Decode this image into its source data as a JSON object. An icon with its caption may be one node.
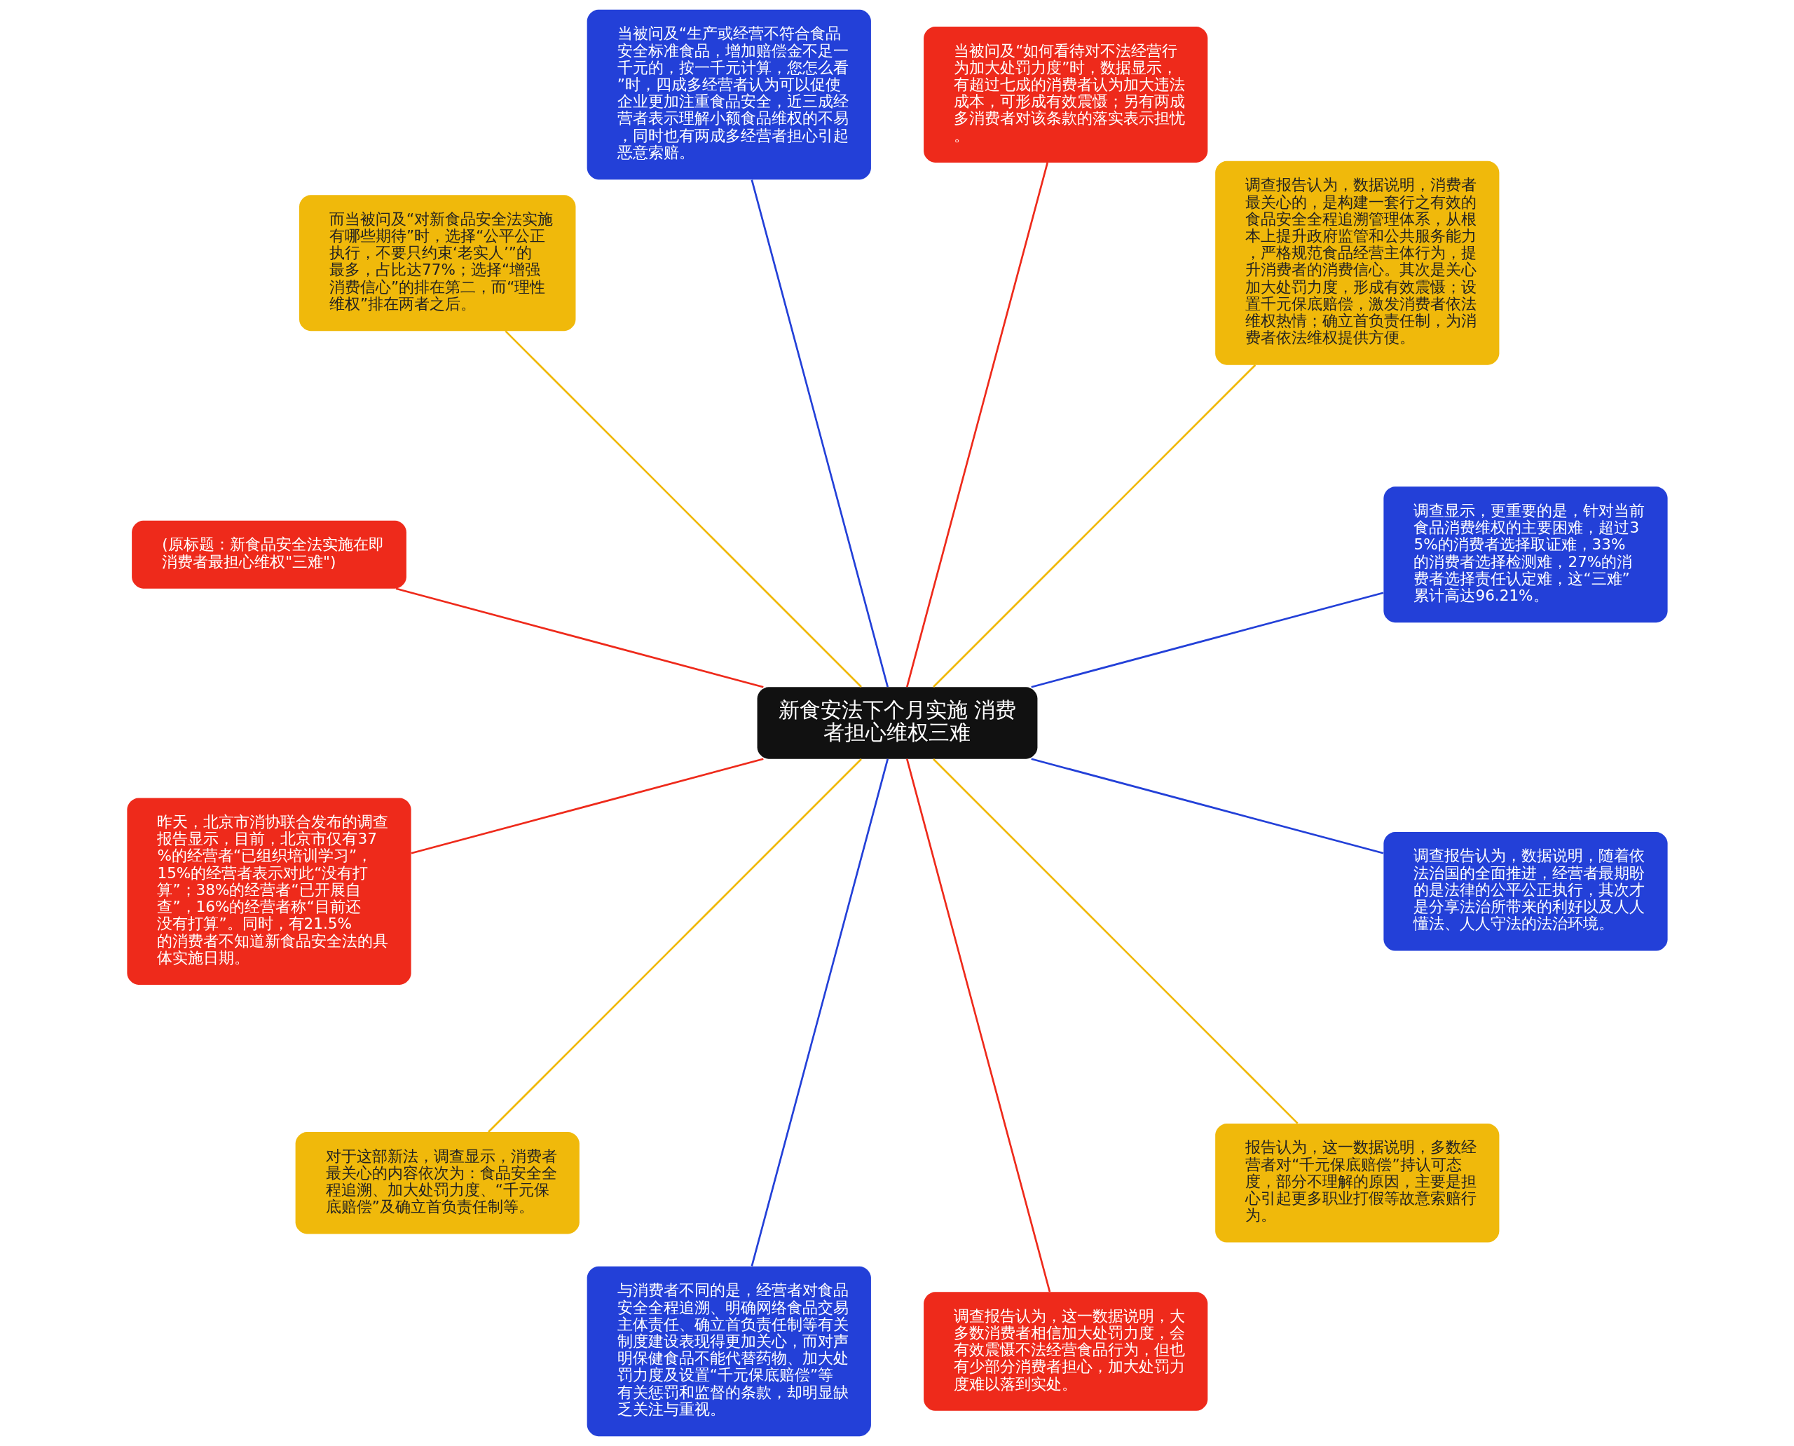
{
  "diagram": {
    "nodes": [
      {
        "text": [
          "新食安法下个月实施 消费者担心维权三难"
        ]
      },
      {
        "text": [
          "调查显示，更重要的是，针对当前食品消费维权的主要困难，超过35%的消费者选择取证难，33%的消费者选择检测难，27%的消费者选择责任认定难，这“三难”累计高达96.21%。"
        ]
      },
      {
        "text": [
          "调查报告认为，数据说明，消费者最关心的，是构建一套行之有效的食品安全全程追溯管理体系，从根本上提升政府监管和公共服务能力，严格规范食品经营主体行为，提升消费者的消费信心。其次是关心加大处罚力度，形成有效震慑；设置千元保底赔偿，激发消费者依法维权热情；确立首负责任制，为消费者依法维权提供方便。"
        ]
      },
      {
        "text": [
          "当被问及“如何看待对不法经营行为加大处罚力度”时，数据显示，有超过七成的消费者认为加大违法成本，可形成有效震慑；另有两成多消费者对该条款的落实表示担忧。"
        ]
      },
      {
        "text": [
          "当被问及“生产或经营不符合食品安全标准食品，增加赔偿金不足一千元的，按一千元计算，您怎么看”时，四成多经营者认为可以促使企业更加注重食品安全，近三成经营者表示理解小额食品维权的不易，同时也有两成多经营者担心引起恶意索赔。"
        ]
      },
      {
        "text": [
          "而当被问及“对新食品安全法实施有哪些期待”时，选择“公平公正执行，不要只约束‘老实人’”的最多，占比达77%；选择“增强消费信心”的排在第二，而“理性维权”排在两者之后。"
        ]
      },
      {
        "text": [
          "(原标题：新食品安全法实施在即消费者最担心维权\"三难\")"
        ]
      },
      {
        "text": [
          "昨天，北京市消协联合发布的调查报告显示，目前，北京市仅有37%的经营者“已组织培训学习”，15%的经营者表示对此“没有打算”；38%的经营者“已开展自查”，16%的经营者称“目前还没有打算”。同时，有21.5%的消费者不知道新食品安全法的具体实施日期。"
        ]
      },
      {
        "text": [
          "对于这部新法，调查显示，消费者最关心的内容依次为：食品安全全程追溯、加大处罚力度、“千元保底赔偿”及确立首负责任制等。"
        ]
      },
      {
        "text": [
          "与消费者不同的是，经营者对食品安全全程追溯、明确网络食品交易主体责任、确立首负责任制等有关制度建设表现得更加关心，而对声明保健食品不能代替药物、加大处罚力度及设置“千元保底赔偿”等有关惩罚和监督的条款，却明显缺乏关注与重视。"
        ]
      },
      {
        "text": [
          "调查报告认为，这一数据说明，大多数消费者相信加大处罚力度，会有效震慑不法经营食品行为，但也有少部分消费者担心，加大处罚力度难以落到实处。"
        ]
      },
      {
        "text": [
          "报告认为，这一数据说明，多数经营者对“千元保底赔偿”持认可态度，部分不理解的原因，主要是担心引起更多职业打假等故意索赔行为。"
        ]
      },
      {
        "text": [
          "调查报告认为，数据说明，随着依法治国的全面推进，经营者最期盼的是法律的公平公正执行，其次才是分享法治所带来的利好以及人人懂法、人人守法的法治环境。"
        ]
      }
    ],
    "edges": [
      {
        "from": 0,
        "to": 1,
        "arrow": "none",
        "color": "#2340d8"
      },
      {
        "from": 0,
        "to": 2,
        "arrow": "none",
        "color": "#f0b90b"
      },
      {
        "from": 0,
        "to": 3,
        "arrow": "none",
        "color": "#ee2a1b"
      },
      {
        "from": 0,
        "to": 4,
        "arrow": "none",
        "color": "#2340d8"
      },
      {
        "from": 0,
        "to": 5,
        "arrow": "none",
        "color": "#f0b90b"
      },
      {
        "from": 0,
        "to": 6,
        "arrow": "none",
        "color": "#ee2a1b"
      },
      {
        "from": 0,
        "to": 7,
        "arrow": "none",
        "color": "#ee2a1b"
      },
      {
        "from": 0,
        "to": 8,
        "arrow": "none",
        "color": "#f0b90b"
      },
      {
        "from": 0,
        "to": 9,
        "arrow": "none",
        "color": "#2340d8"
      },
      {
        "from": 0,
        "to": 10,
        "arrow": "none",
        "color": "#ee2a1b"
      },
      {
        "from": 0,
        "to": 11,
        "arrow": "none",
        "color": "#f0b90b"
      },
      {
        "from": 0,
        "to": 12,
        "arrow": "none",
        "color": "#2340d8"
      }
    ]
  }
}
